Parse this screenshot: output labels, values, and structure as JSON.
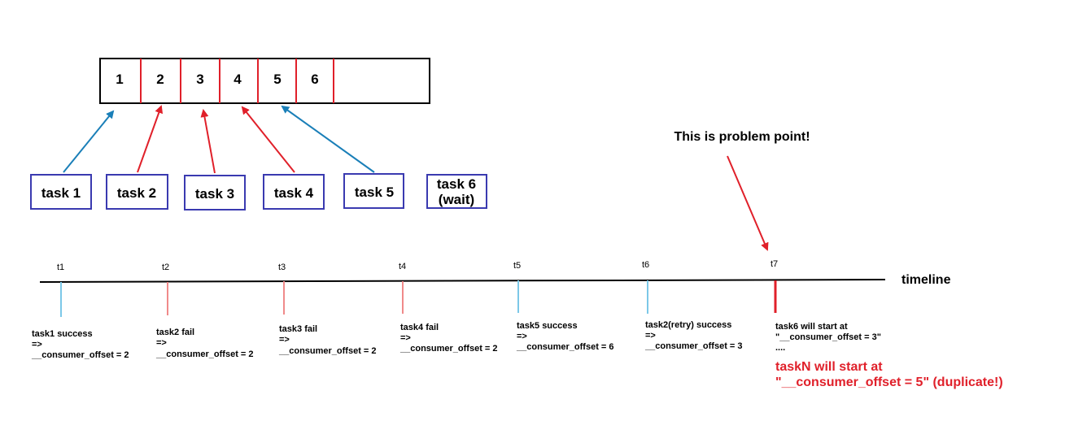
{
  "queue": {
    "cells": [
      "1",
      "2",
      "3",
      "4",
      "5",
      "6",
      ""
    ]
  },
  "tasks": [
    {
      "label": "task 1",
      "status": "success"
    },
    {
      "label": "task 2",
      "status": "fail"
    },
    {
      "label": "task 3",
      "status": "fail"
    },
    {
      "label": "task 4",
      "status": "fail"
    },
    {
      "label": "task 5",
      "status": "success"
    },
    {
      "label_lines": [
        "task 6",
        "(wait)"
      ],
      "status": "wait"
    }
  ],
  "timeline": {
    "label": "timeline",
    "ticks": [
      "t1",
      "t2",
      "t3",
      "t4",
      "t5",
      "t6",
      "t7"
    ],
    "events": [
      {
        "lines": [
          "task1 success",
          "=>",
          "__consumer_offset = 2"
        ],
        "status": "success"
      },
      {
        "lines": [
          "task2 fail",
          "=>",
          "__consumer_offset = 2"
        ],
        "status": "fail"
      },
      {
        "lines": [
          "task3 fail",
          "=>",
          "__consumer_offset = 2"
        ],
        "status": "fail"
      },
      {
        "lines": [
          "task4 fail",
          "=>",
          "__consumer_offset = 2"
        ],
        "status": "fail"
      },
      {
        "lines": [
          "task5 success",
          "=>",
          "__consumer_offset = 6"
        ],
        "status": "success"
      },
      {
        "lines": [
          "task2(retry) success",
          "=>",
          "__consumer_offset = 3"
        ],
        "status": "success"
      },
      {
        "lines": [
          "task6 will start at",
          "\"__consumer_offset = 3\"",
          "...."
        ],
        "status": "problem"
      }
    ]
  },
  "problem_label": "This is problem point!",
  "duplicate_note": [
    "taskN will start at",
    "\"__consumer_offset = 5\" (duplicate!)"
  ],
  "colors": {
    "success": "#1a7fb8",
    "fail": "#e0202a",
    "task_border": "#3a3ab0",
    "success_tick": "#7cc8e8",
    "fail_tick": "#f08a8a",
    "problem_tick": "#e0202a"
  }
}
